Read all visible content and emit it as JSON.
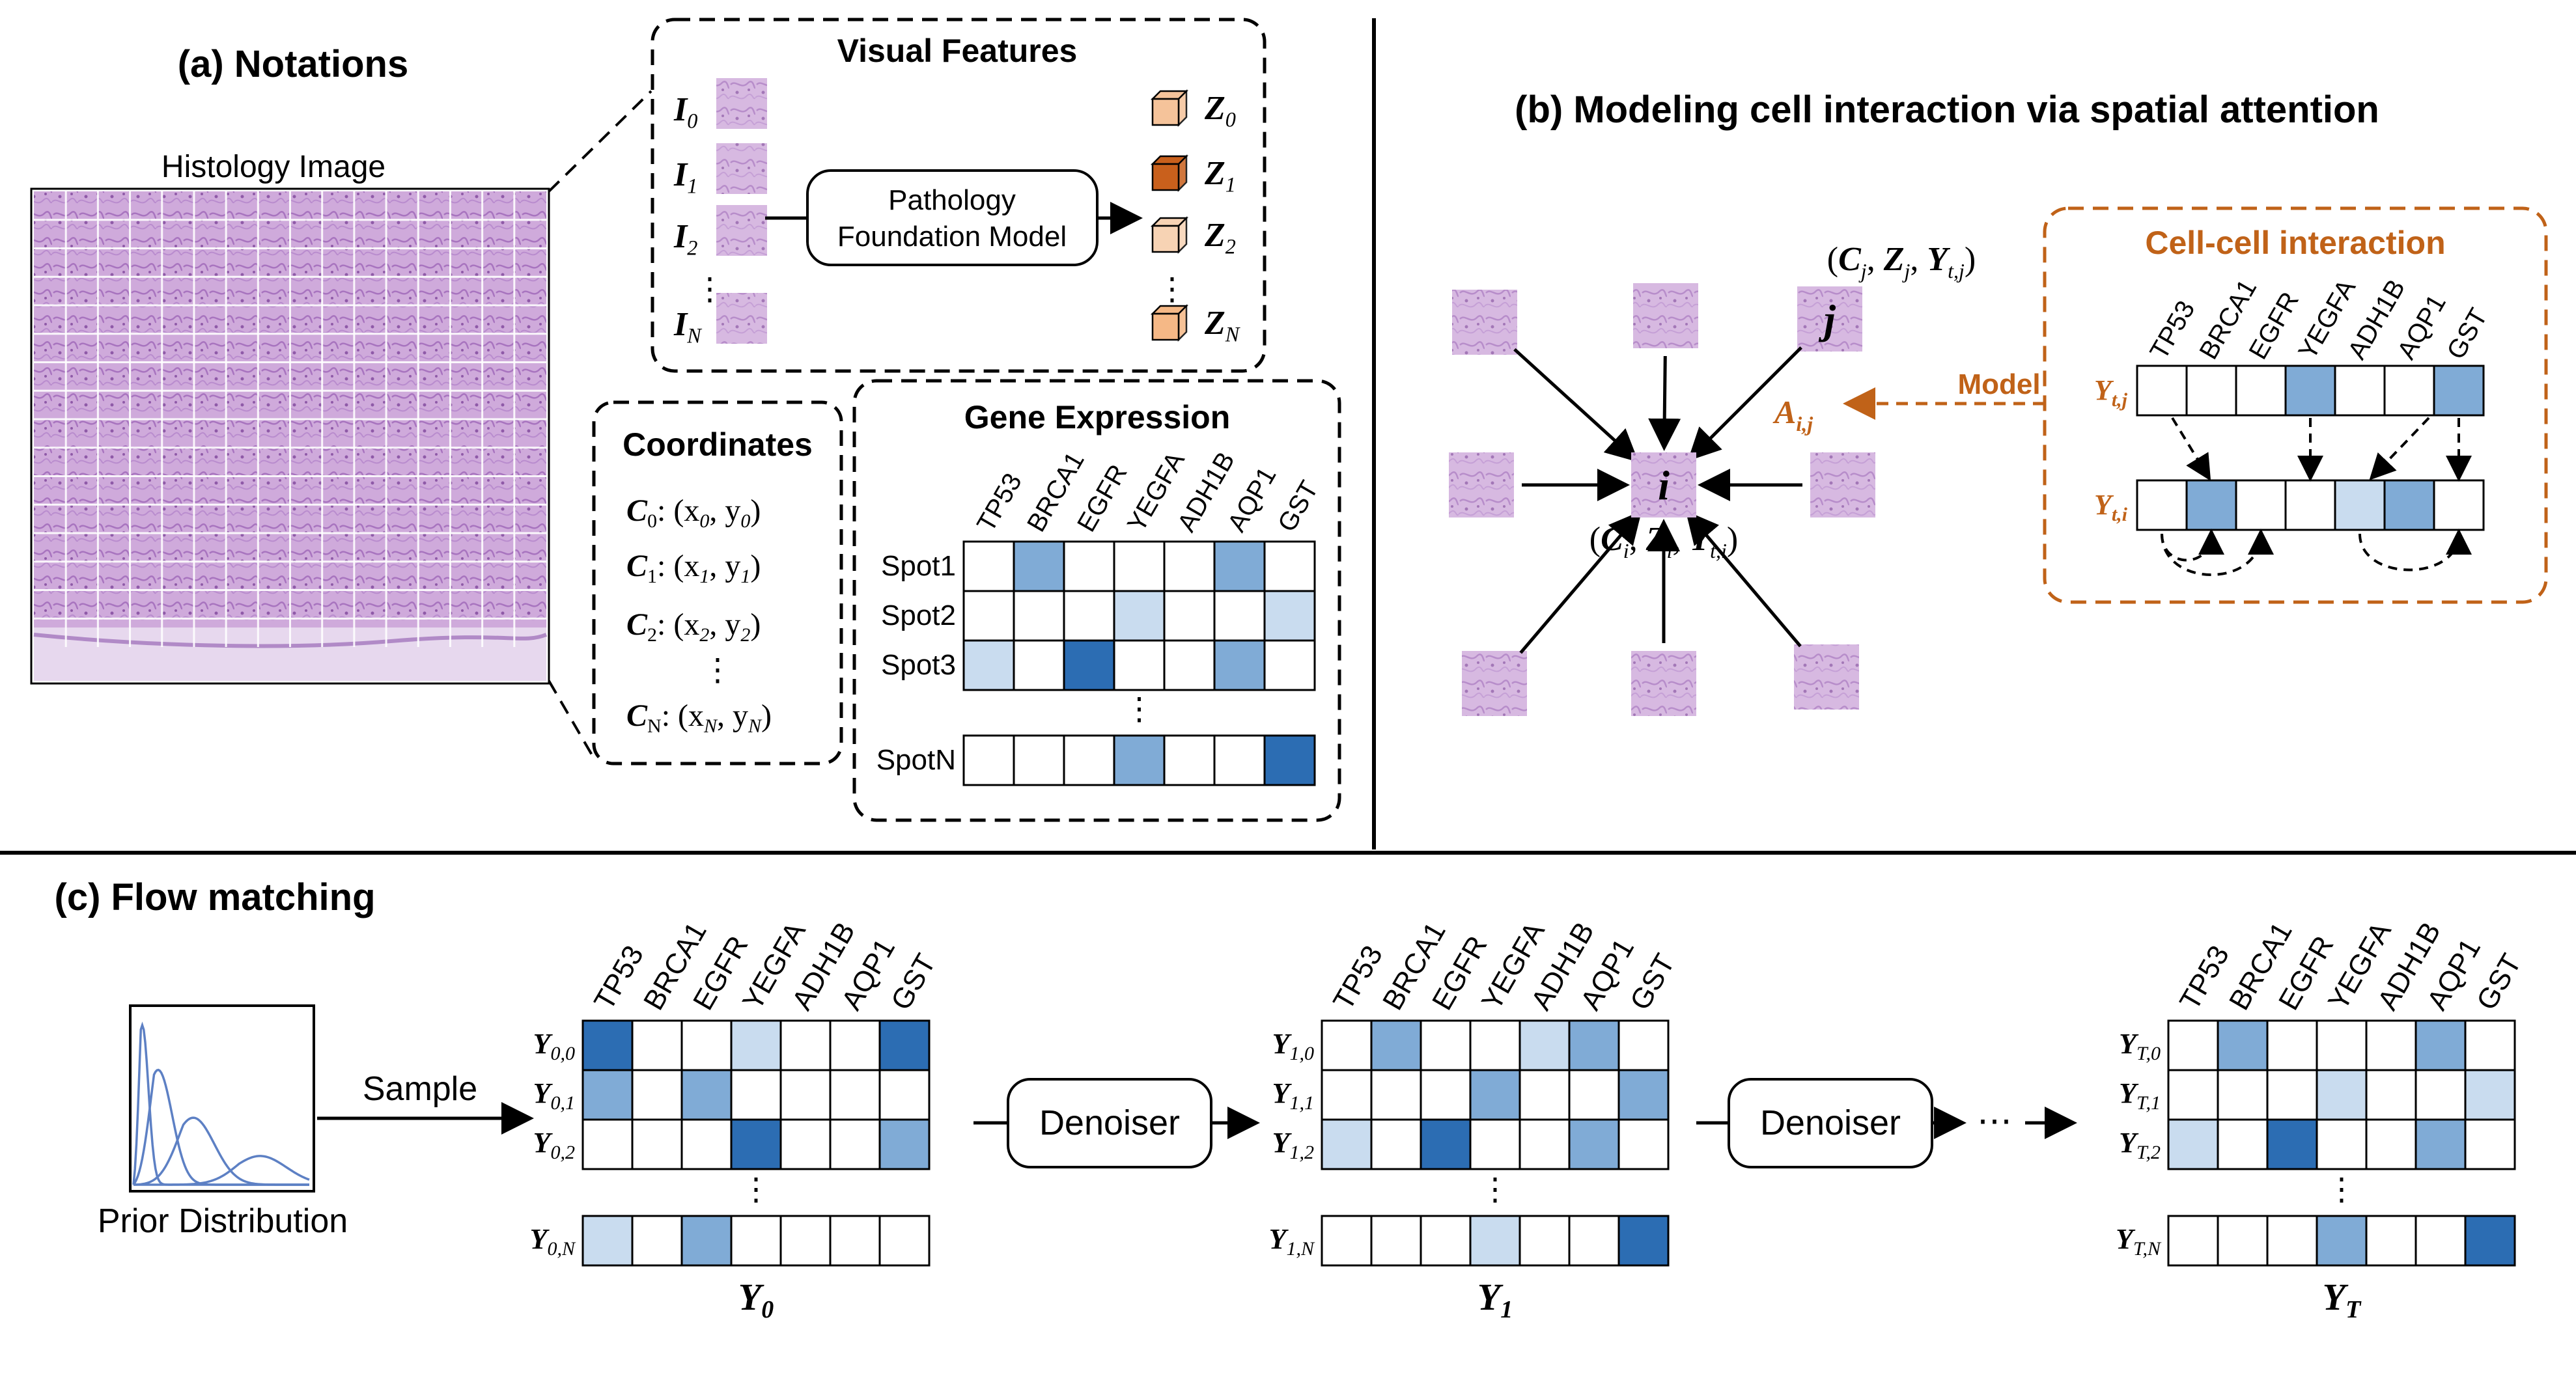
{
  "panel_a": {
    "title": "(a) Notations",
    "histology_label": "Histology Image",
    "visual_features": {
      "title": "Visual Features",
      "image_labels": [
        {
          "base": "I",
          "sub": "0"
        },
        {
          "base": "I",
          "sub": "1"
        },
        {
          "base": "I",
          "sub": "2"
        },
        {
          "base": "I",
          "sub": "N"
        }
      ],
      "model_line1": "Pathology",
      "model_line2": "Foundation Model",
      "feature_labels": [
        {
          "base": "Z",
          "sub": "0"
        },
        {
          "base": "Z",
          "sub": "1"
        },
        {
          "base": "Z",
          "sub": "2"
        },
        {
          "base": "Z",
          "sub": "N"
        }
      ],
      "ellipsis": "⋮"
    },
    "coordinates": {
      "title": "Coordinates",
      "items": [
        {
          "sub": "0",
          "tail_open": ": (x",
          "mid": ", y",
          "close": ")"
        },
        {
          "sub": "1",
          "tail_open": ": (x",
          "mid": ", y",
          "close": ")"
        },
        {
          "sub": "2",
          "tail_open": ": (x",
          "mid": ", y",
          "close": ")"
        },
        {
          "sub": "N",
          "tail_open": ": (x",
          "mid": ", y",
          "close": ")"
        }
      ],
      "base": "C",
      "ellipsis": "⋮"
    },
    "gene_expression": {
      "title": "Gene Expression",
      "genes": [
        "TP53",
        "BRCA1",
        "EGFR",
        "YEGFA",
        "ADH1B",
        "AQP1",
        "GST"
      ],
      "rows": [
        {
          "label": "Spot1",
          "levels": [
            0,
            2,
            0,
            0,
            0,
            2,
            0
          ]
        },
        {
          "label": "Spot2",
          "levels": [
            0,
            0,
            0,
            1,
            0,
            0,
            1
          ]
        },
        {
          "label": "Spot3",
          "levels": [
            1,
            0,
            3,
            0,
            0,
            2,
            0
          ]
        },
        {
          "label": "SpotN",
          "levels": [
            0,
            0,
            0,
            2,
            0,
            0,
            3
          ]
        }
      ],
      "ellipsis": "⋮"
    }
  },
  "panel_b": {
    "title": "(b) Modeling cell interaction via spatial attention",
    "center_label": "i",
    "neighbor_label": "j",
    "center_tuple": "(C_i, Z_i, Y_t,i)",
    "neighbor_tuple": "(C_j, Z_j, Y_t,j)",
    "attention_label": "A_i,j",
    "model_label": "Model",
    "interaction": {
      "title": "Cell-cell interaction",
      "genes": [
        "TP53",
        "BRCA1",
        "EGFR",
        "YEGFA",
        "ADH1B",
        "AQP1",
        "GST"
      ],
      "row_j": {
        "label": "Y_t,j",
        "levels": [
          0,
          0,
          0,
          2,
          0,
          0,
          2
        ]
      },
      "row_i": {
        "label": "Y_t,i",
        "levels": [
          0,
          2,
          0,
          0,
          1,
          2,
          0
        ]
      }
    }
  },
  "panel_c": {
    "title": "(c) Flow matching",
    "prior_label": "Prior Distribution",
    "sample_label": "Sample",
    "denoiser_label": "Denoiser",
    "dots": "⋯",
    "ellipsis": "⋮",
    "genes": [
      "TP53",
      "BRCA1",
      "EGFR",
      "YEGFA",
      "ADH1B",
      "AQP1",
      "GST"
    ],
    "stages": [
      {
        "name": "Y_0",
        "rows": [
          {
            "label": "Y_0,0",
            "levels": [
              3,
              0,
              0,
              1,
              0,
              0,
              3
            ]
          },
          {
            "label": "Y_0,1",
            "levels": [
              2,
              0,
              2,
              0,
              0,
              0,
              0
            ]
          },
          {
            "label": "Y_0,2",
            "levels": [
              0,
              0,
              0,
              3,
              0,
              0,
              2
            ]
          },
          {
            "label": "Y_0,N",
            "levels": [
              1,
              0,
              2,
              0,
              0,
              0,
              0
            ]
          }
        ]
      },
      {
        "name": "Y_1",
        "rows": [
          {
            "label": "Y_1,0",
            "levels": [
              0,
              2,
              0,
              0,
              1,
              2,
              0
            ]
          },
          {
            "label": "Y_1,1",
            "levels": [
              0,
              0,
              0,
              2,
              0,
              0,
              2
            ]
          },
          {
            "label": "Y_1,2",
            "levels": [
              1,
              0,
              3,
              0,
              0,
              2,
              0
            ]
          },
          {
            "label": "Y_1,N",
            "levels": [
              0,
              0,
              0,
              1,
              0,
              0,
              3
            ]
          }
        ]
      },
      {
        "name": "Y_T",
        "rows": [
          {
            "label": "Y_T,0",
            "levels": [
              0,
              2,
              0,
              0,
              0,
              2,
              0
            ]
          },
          {
            "label": "Y_T,1",
            "levels": [
              0,
              0,
              0,
              1,
              0,
              0,
              1
            ]
          },
          {
            "label": "Y_T,2",
            "levels": [
              1,
              0,
              3,
              0,
              0,
              2,
              0
            ]
          },
          {
            "label": "Y_T,N",
            "levels": [
              0,
              0,
              0,
              2,
              0,
              0,
              3
            ]
          }
        ]
      }
    ]
  },
  "colors": {
    "level0": "#ffffff",
    "level1": "#c9dcef",
    "level2": "#80abd6",
    "level3": "#2c6db3",
    "accent_orange": "#c06218",
    "tissue": "#c9a3d6",
    "tissue_dark": "#b184c7"
  }
}
